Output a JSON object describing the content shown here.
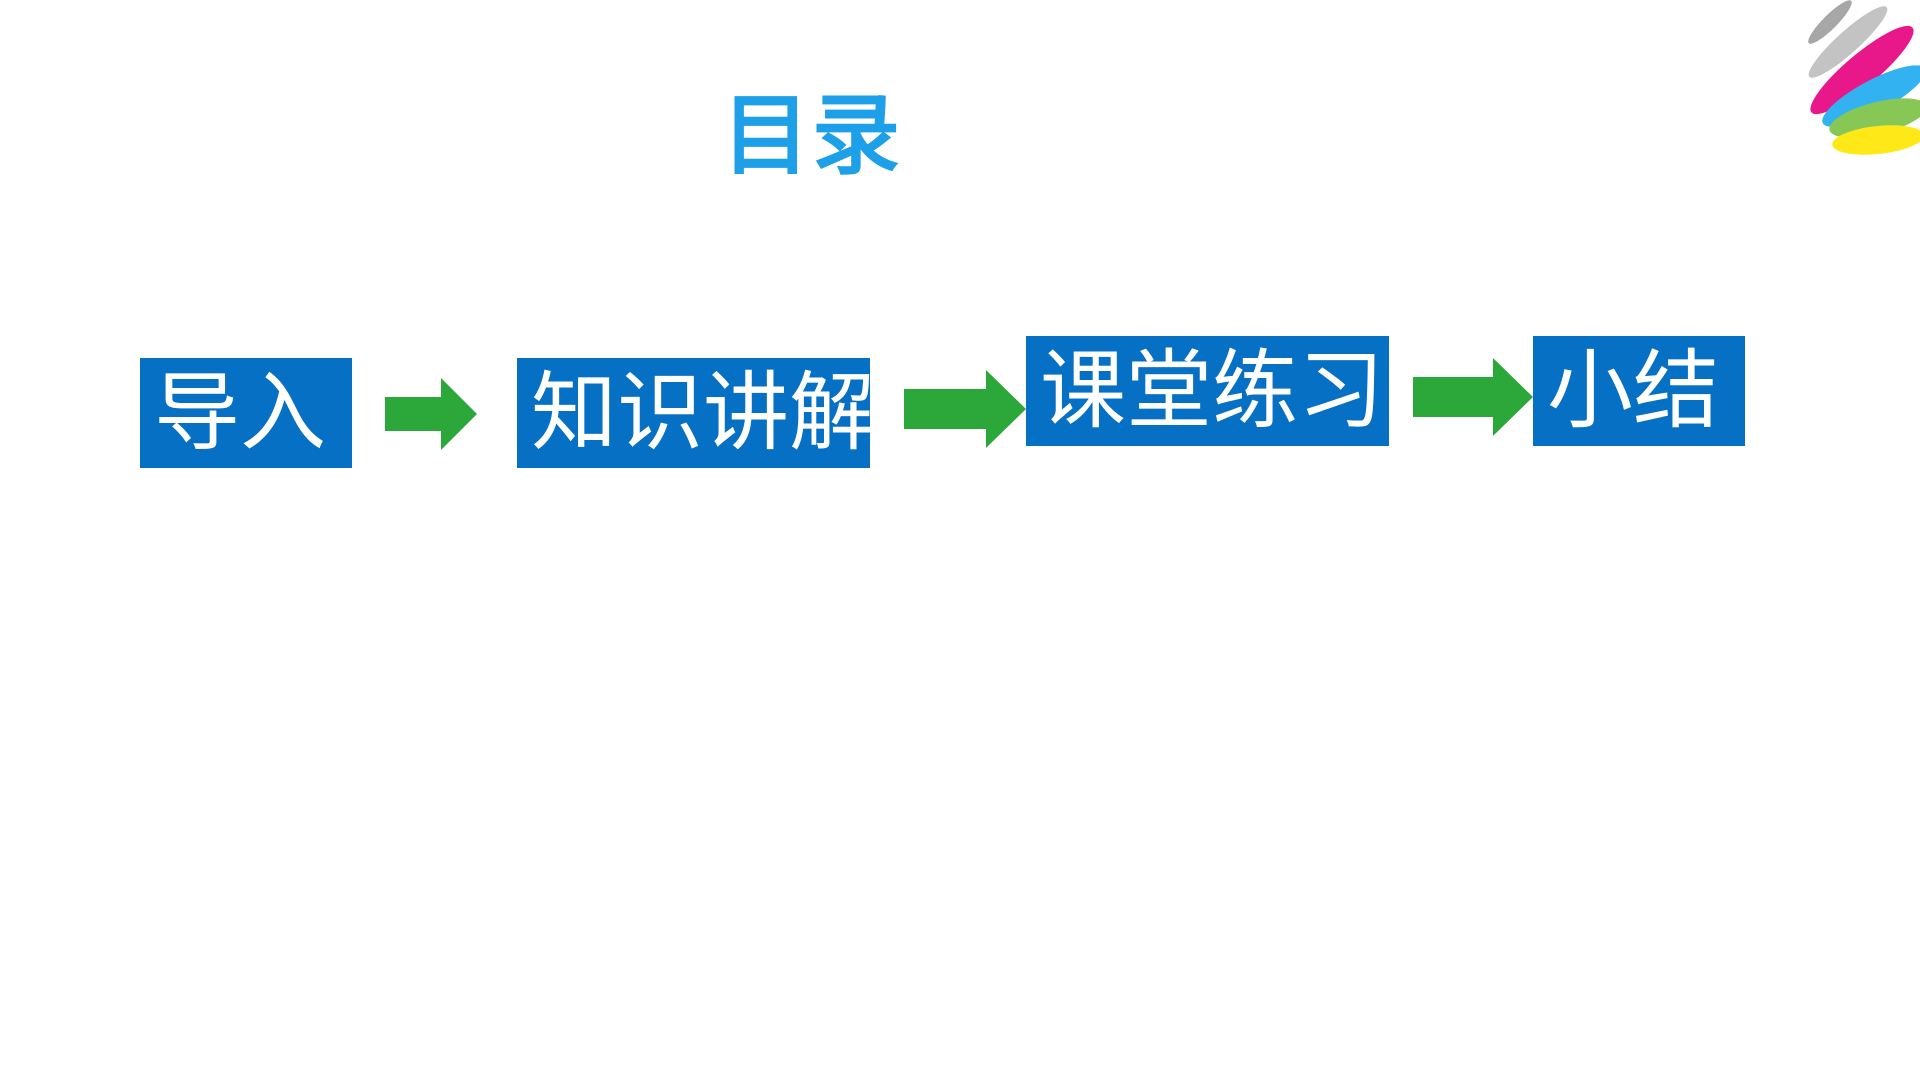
{
  "title": "目录",
  "steps": [
    {
      "label": "导入"
    },
    {
      "label": "知识讲解"
    },
    {
      "label": "课堂练习"
    },
    {
      "label": "小结"
    }
  ],
  "colors": {
    "title": "#1ea0e8",
    "box": "#0670c4",
    "box_text": "#ffffff",
    "arrow": "#2ca83a"
  },
  "logo": {
    "icon": "rainbow-petals-logo-icon"
  }
}
